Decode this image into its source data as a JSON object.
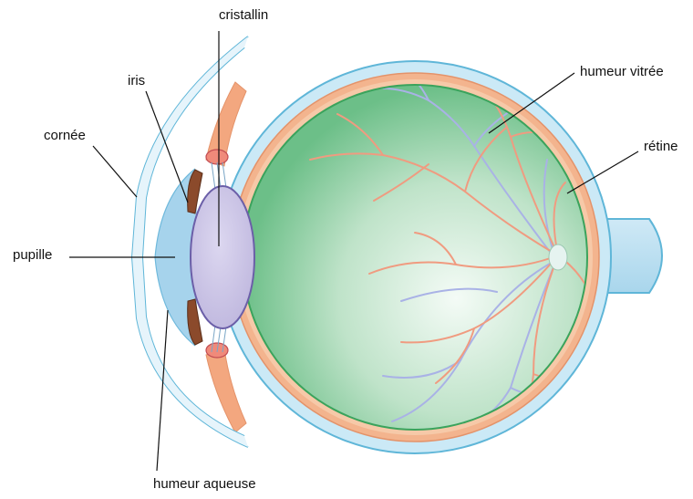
{
  "labels": {
    "cristallin": "cristallin",
    "iris": "iris",
    "cornee": "cornée",
    "pupille": "pupille",
    "humeur_vitree": "humeur vitrée",
    "retine": "rétine",
    "humeur_aqueuse": "humeur aqueuse"
  },
  "colors": {
    "sclera": "#c9e9f6",
    "sclera_outline": "#5fb6d8",
    "choroid": "#f0a67c",
    "retina_line": "#3aa35c",
    "vitreous_edge": "#6fc48f",
    "vitreous_center": "#f2fbf4",
    "lens": "#c9c3e3",
    "lens_outline": "#6b5fa8",
    "cornea": "#9fd1ea",
    "iris": "#8b4a2b",
    "artery": "#f08a6e",
    "vein": "#9fa8e0"
  }
}
